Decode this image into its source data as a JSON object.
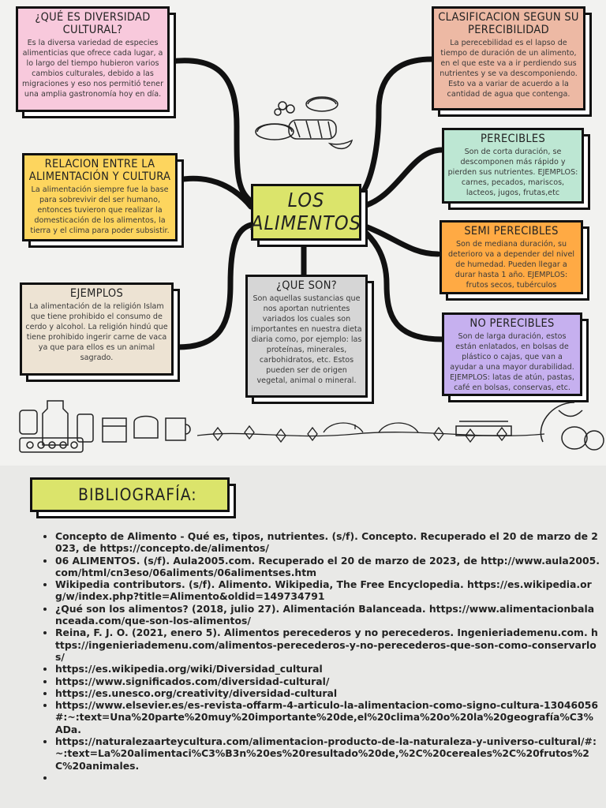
{
  "center": {
    "title": "LOS ALIMENTOS"
  },
  "cards": {
    "diversidad": {
      "title": "¿QUÉ ES DIVERSIDAD CULTURAL?",
      "body": "Es la diversa variedad de especies alimenticias que ofrece cada lugar, a lo largo del tiempo hubieron varios cambios culturales, debido a las migraciones y eso nos permitió tener una amplia gastronomía hoy en día."
    },
    "relacion": {
      "title": "RELACION ENTRE LA ALIMENTACIÓN Y CULTURA",
      "body": "La alimentación siempre fue la base para sobrevivir del ser humano, entonces tuvieron que realizar la domesticación de los alimentos, la tierra y el clima para poder subsistir."
    },
    "ejemplos": {
      "title": "EJEMPLOS",
      "body": "La alimentación de la religión Islam que tiene prohibido el consumo de cerdo y alcohol. La religión hindú que tiene prohibido ingerir carne de vaca ya que para ellos es un animal sagrado."
    },
    "queson": {
      "title": "¿QUE SON?",
      "body": "Son aquellas sustancias que nos aportan nutrientes variados los cuales son importantes en nuestra dieta diaria como, por ejemplo: las proteínas, minerales, carbohidratos, etc. Estos pueden ser de origen vegetal, animal o mineral."
    },
    "clasificacion": {
      "title": "CLASIFICACION SEGUN SU PERECIBILIDAD",
      "body": "La perecebilidad es el lapso de tiempo de duración de un alimento, en el que este va a ir perdiendo sus nutrientes y se va descomponiendo. Esto va a variar de acuerdo a la cantidad de agua que contenga."
    },
    "perecibles": {
      "title": "PERECIBLES",
      "body": "Son de corta duración, se descomponen más rápido y pierden sus nutrientes. EJEMPLOS: carnes, pecados, mariscos, lacteos, jugos, frutas,etc"
    },
    "semi": {
      "title": "SEMI PERECIBLES",
      "body": "Son de mediana duración, su deterioro va a depender del nivel de humedad. Pueden llegar a durar hasta 1 año. EJEMPLOS: frutos secos, tubérculos"
    },
    "noperecibles": {
      "title": "NO PERECIBLES",
      "body": "Son de larga duración, estos están enlatados, en bolsas de plástico o cajas, que van a ayudar a una mayor durabilidad. EJEMPLOS: latas de atún, pastas, café en bolsas, conservas, etc."
    }
  },
  "bibliography": {
    "title": "BIBLIOGRAFÍA:",
    "items": [
      "Concepto de Alimento - Qué es, tipos, nutrientes. (s/f). Concepto. Recuperado el 20 de marzo de 2023, de https://concepto.de/alimentos/",
      "06 ALIMENTOS. (s/f). Aula2005.com. Recuperado el 20 de marzo de 2023, de http://www.aula2005.com/html/cn3eso/06aliments/06alimentses.htm",
      "Wikipedia contributors. (s/f). Alimento. Wikipedia, The Free Encyclopedia. https://es.wikipedia.org/w/index.php?title=Alimento&oldid=149734791",
      "¿Qué son los alimentos? (2018, julio 27). Alimentación Balanceada. https://www.alimentacionbalanceada.com/que-son-los-alimentos/",
      "Reina, F. J. O. (2021, enero 5). Alimentos perecederos y no perecederos. Ingenieriademenu.com. https://ingenieriademenu.com/alimentos-perecederos-y-no-perecederos-que-son-como-conservarlos/",
      "https://es.wikipedia.org/wiki/Diversidad_cultural",
      "https://www.significados.com/diversidad-cultural/",
      "https://es.unesco.org/creativity/diversidad-cultural",
      "https://www.elsevier.es/es-revista-offarm-4-articulo-la-alimentacion-como-signo-cultura-13046056#:~:text=Una%20parte%20muy%20importante%20de,el%20clima%20o%20la%20geografía%C3%ADa.",
      "https://naturalezaarteycultura.com/alimentacion-producto-de-la-naturaleza-y-universo-cultural/#:~:text=La%20alimentaci%C3%B3n%20es%20resultado%20de,%2C%20cereales%2C%20frutos%2C%20animales.",
      ""
    ]
  }
}
